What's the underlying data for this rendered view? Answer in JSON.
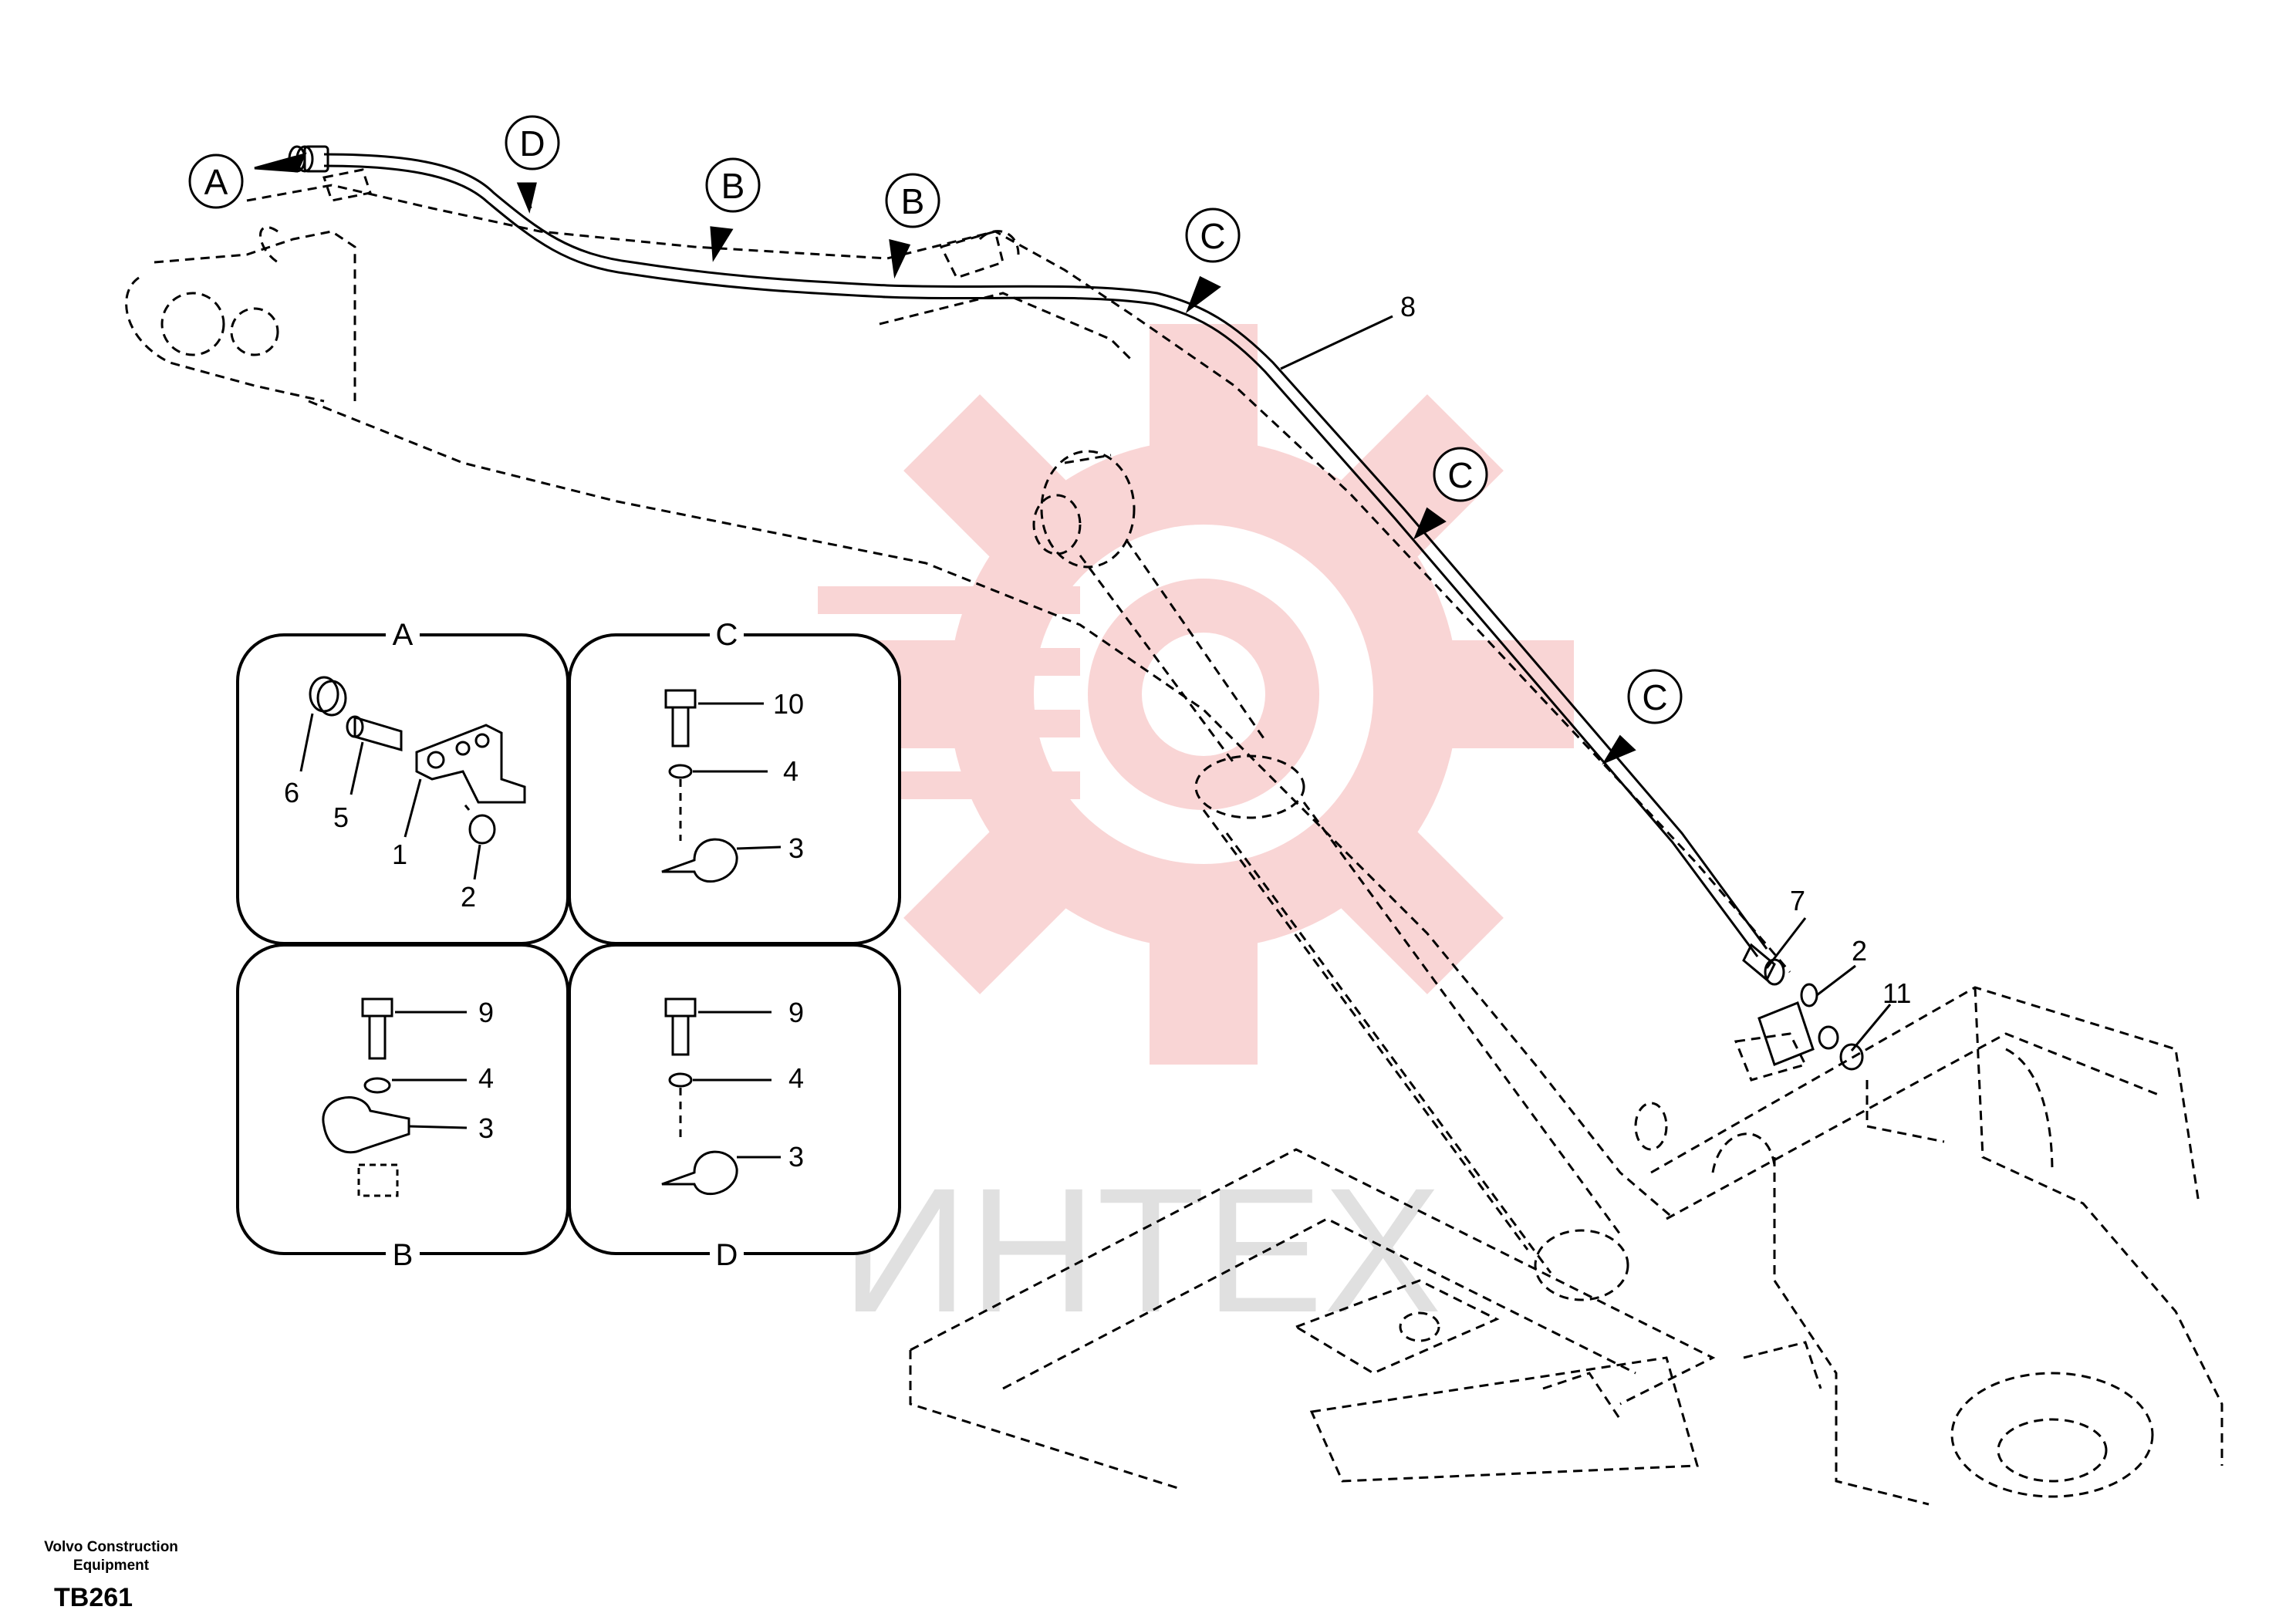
{
  "diagram": {
    "callouts": {
      "a": "A",
      "d": "D",
      "b1": "B",
      "b2": "B",
      "c1": "C",
      "c2": "C",
      "c3": "C"
    },
    "part_numbers": {
      "p8": "8",
      "p7": "7",
      "p2_main": "2",
      "p11": "11"
    },
    "detail_panels": {
      "A": {
        "title": "A",
        "items": [
          "6",
          "5",
          "1",
          "2"
        ]
      },
      "C": {
        "title": "C",
        "items": [
          "10",
          "4",
          "3"
        ]
      },
      "B": {
        "title": "B",
        "items": [
          "9",
          "4",
          "3"
        ]
      },
      "D": {
        "title": "D",
        "items": [
          "9",
          "4",
          "3"
        ]
      }
    },
    "watermark_text": "ИНТЕХ"
  },
  "footer": {
    "brand_line1": "Volvo Construction",
    "brand_line2": "Equipment",
    "code": "TB261"
  },
  "colors": {
    "line": "#000000",
    "watermark": "#f5b3b3",
    "watermark_text": "#d9d9d9",
    "background": "#ffffff"
  }
}
